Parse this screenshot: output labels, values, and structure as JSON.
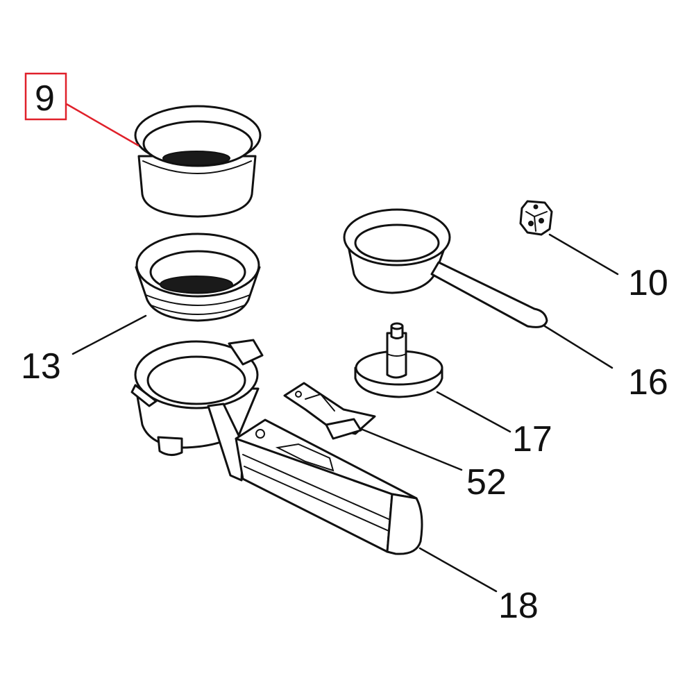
{
  "highlight_color": "#e0202a",
  "line_color": "#111111",
  "callouts": {
    "part_9": "9",
    "part_10": "10",
    "part_13": "13",
    "part_16": "16",
    "part_17": "17",
    "part_18": "18",
    "part_52": "52"
  },
  "highlighted_part": "9"
}
